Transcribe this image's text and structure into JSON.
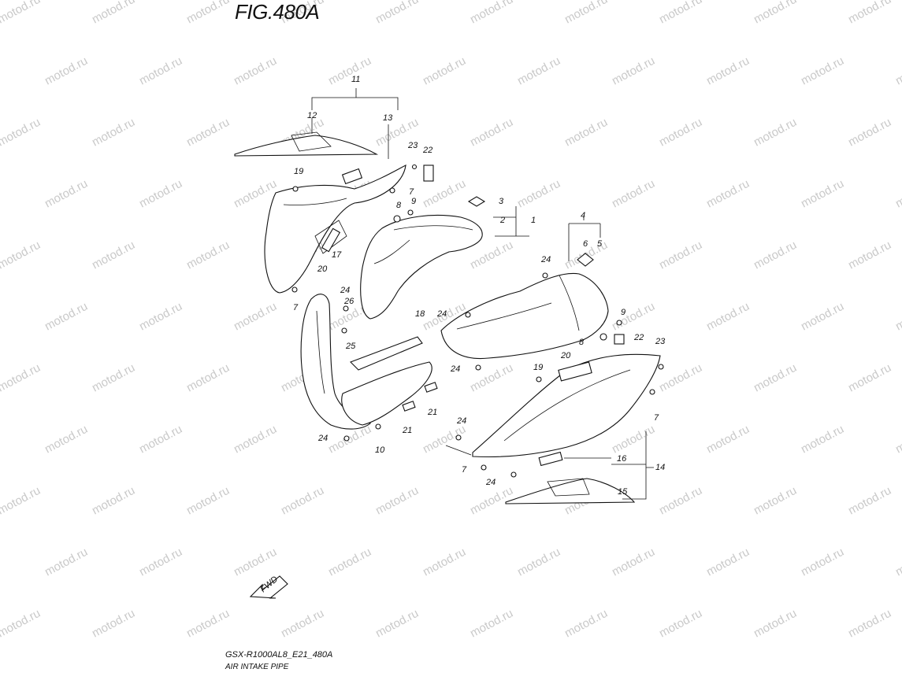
{
  "figure": {
    "title": "FIG.480A",
    "model_code": "GSX-R1000AL8_E21_480A",
    "section_name": "AIR INTAKE PIPE",
    "watermark": "motod.ru",
    "direction_label": "FWD"
  },
  "callouts": [
    "1",
    "2",
    "3",
    "4",
    "5",
    "6",
    "7",
    "7",
    "7",
    "7",
    "8",
    "8",
    "9",
    "9",
    "10",
    "11",
    "12",
    "13",
    "14",
    "15",
    "16",
    "17",
    "18",
    "19",
    "19",
    "20",
    "20",
    "21",
    "21",
    "22",
    "22",
    "23",
    "23",
    "24",
    "24",
    "24",
    "24",
    "24",
    "24",
    "24",
    "25",
    "26"
  ]
}
